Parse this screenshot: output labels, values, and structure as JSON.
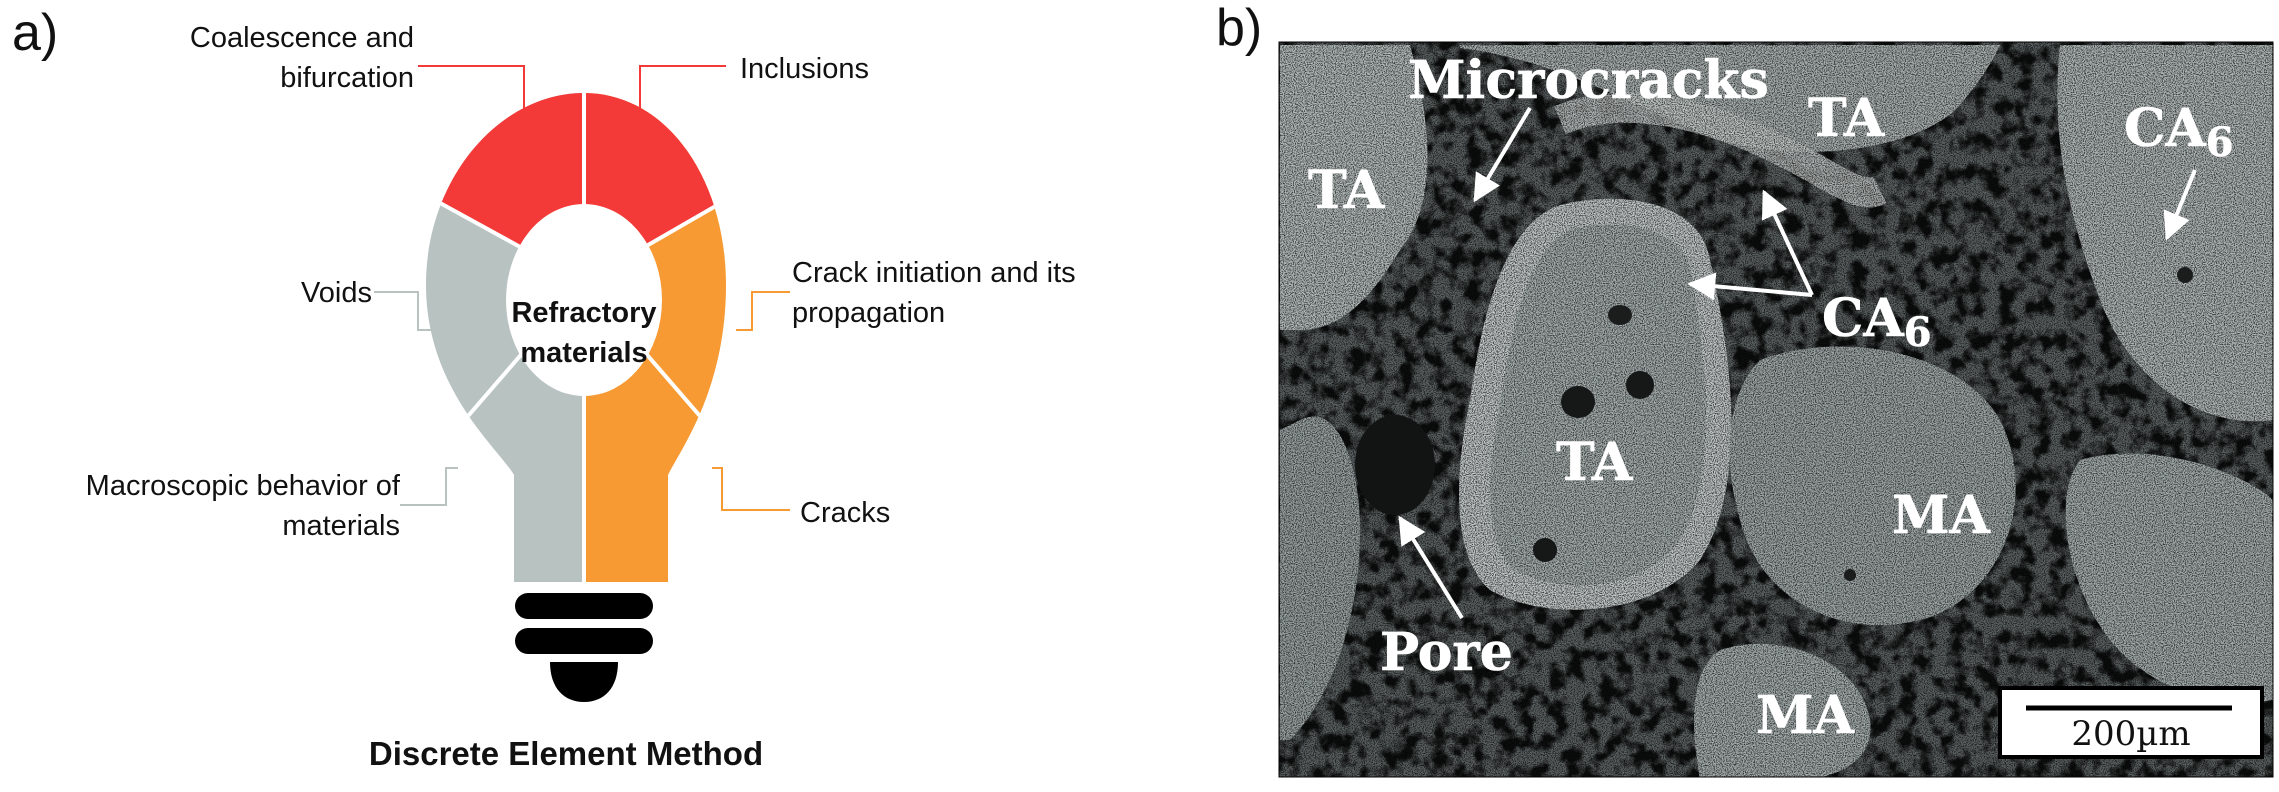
{
  "panel_a": {
    "letter": "a)",
    "center_line1": "Refractory",
    "center_line2": "materials",
    "labels": {
      "coalescence_l1": "Coalescence and",
      "coalescence_l2": "bifurcation",
      "inclusions": "Inclusions",
      "voids": "Voids",
      "crack_init_l1": "Crack initiation and its",
      "crack_init_l2": "propagation",
      "macro_l1": "Macroscopic behavior of",
      "macro_l2": "materials",
      "cracks": "Cracks"
    },
    "caption": "Discrete Element Method",
    "colors": {
      "red": "#f33a38",
      "orange": "#f79a33",
      "gray": "#b7c2c1",
      "black": "#000000"
    }
  },
  "panel_b": {
    "letter": "b)",
    "labels": {
      "microcracks": "Microcracks",
      "ta_top": "TA",
      "ta_left": "TA",
      "ta_center": "TA",
      "ca6_right_base": "CA",
      "ca6_right_sub": "6",
      "ca6_mid_base": "CA",
      "ca6_mid_sub": "6",
      "ma_mid": "MA",
      "ma_bottom": "MA",
      "pore": "Pore"
    },
    "scale_bar": "200µm"
  }
}
